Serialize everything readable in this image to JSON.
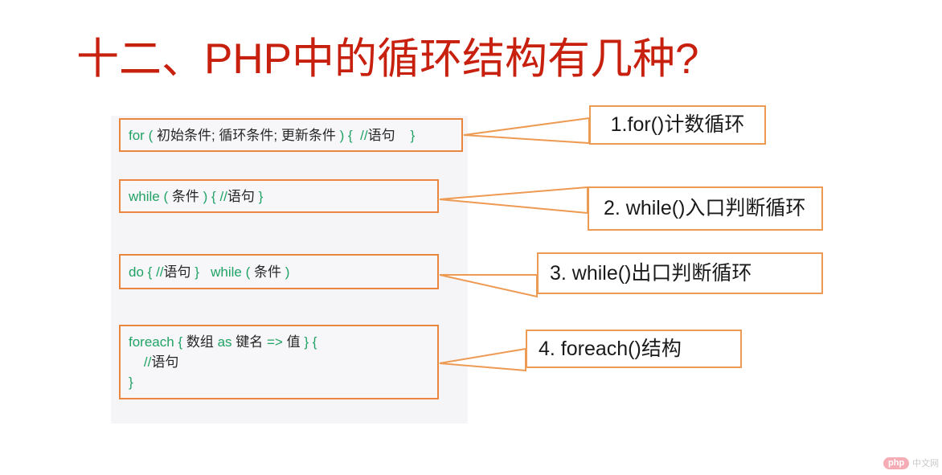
{
  "slide": {
    "title": "十二、PHP中的循环结构有几种?",
    "title_color": "#C8200E",
    "background_color": "#FFFFFF",
    "panel_color": "#F5F4F6",
    "accent_color": "#E8873D",
    "keyword_color": "#21A366"
  },
  "code_boxes": [
    {
      "id": "for",
      "lines": [
        {
          "parts": [
            {
              "text": "for",
              "style": "keyword"
            },
            {
              "text": " ",
              "style": "plain"
            },
            {
              "text": "(",
              "style": "keyword"
            },
            {
              "text": " 初始条件; 循环条件; 更新条件 ",
              "style": "plain"
            },
            {
              "text": ")",
              "style": "keyword"
            },
            {
              "text": " ",
              "style": "plain"
            },
            {
              "text": "{",
              "style": "keyword"
            },
            {
              "text": "  ",
              "style": "plain"
            },
            {
              "text": "//",
              "style": "keyword"
            },
            {
              "text": "语句",
              "style": "plain"
            },
            {
              "text": "    ",
              "style": "plain"
            },
            {
              "text": "}",
              "style": "keyword"
            }
          ]
        }
      ]
    },
    {
      "id": "while",
      "lines": [
        {
          "parts": [
            {
              "text": "while",
              "style": "keyword"
            },
            {
              "text": " ",
              "style": "plain"
            },
            {
              "text": "(",
              "style": "keyword"
            },
            {
              "text": " 条件 ",
              "style": "plain"
            },
            {
              "text": ")",
              "style": "keyword"
            },
            {
              "text": " ",
              "style": "plain"
            },
            {
              "text": "{",
              "style": "keyword"
            },
            {
              "text": " ",
              "style": "plain"
            },
            {
              "text": "//",
              "style": "keyword"
            },
            {
              "text": "语句",
              "style": "plain"
            },
            {
              "text": " ",
              "style": "plain"
            },
            {
              "text": "}",
              "style": "keyword"
            }
          ]
        }
      ]
    },
    {
      "id": "do-while",
      "lines": [
        {
          "parts": [
            {
              "text": "do",
              "style": "keyword"
            },
            {
              "text": " ",
              "style": "plain"
            },
            {
              "text": "{",
              "style": "keyword"
            },
            {
              "text": " ",
              "style": "plain"
            },
            {
              "text": "//",
              "style": "keyword"
            },
            {
              "text": "语句",
              "style": "plain"
            },
            {
              "text": " ",
              "style": "plain"
            },
            {
              "text": "}",
              "style": "keyword"
            },
            {
              "text": "   ",
              "style": "plain"
            },
            {
              "text": "while",
              "style": "keyword"
            },
            {
              "text": " ",
              "style": "plain"
            },
            {
              "text": "(",
              "style": "keyword"
            },
            {
              "text": " 条件 ",
              "style": "plain"
            },
            {
              "text": ")",
              "style": "keyword"
            }
          ]
        }
      ]
    },
    {
      "id": "foreach",
      "lines": [
        {
          "parts": [
            {
              "text": "foreach",
              "style": "keyword"
            },
            {
              "text": " ",
              "style": "plain"
            },
            {
              "text": "{",
              "style": "keyword"
            },
            {
              "text": " ",
              "style": "plain"
            },
            {
              "text": "数组",
              "style": "plain"
            },
            {
              "text": " as ",
              "style": "keyword"
            },
            {
              "text": "键名",
              "style": "plain"
            },
            {
              "text": " => ",
              "style": "keyword"
            },
            {
              "text": "值",
              "style": "plain"
            },
            {
              "text": " ",
              "style": "plain"
            },
            {
              "text": "}",
              "style": "keyword"
            },
            {
              "text": " ",
              "style": "plain"
            },
            {
              "text": "{",
              "style": "keyword"
            }
          ]
        },
        {
          "parts": [
            {
              "text": "    ",
              "style": "plain"
            },
            {
              "text": "//",
              "style": "keyword"
            },
            {
              "text": "语句",
              "style": "plain"
            }
          ]
        },
        {
          "parts": [
            {
              "text": "}",
              "style": "keyword"
            }
          ]
        }
      ]
    }
  ],
  "labels": [
    {
      "id": "for",
      "text": "1.for()计数循环"
    },
    {
      "id": "while",
      "text": "2. while()入口判断循环"
    },
    {
      "id": "do-while",
      "text": "3. while()出口判断循环"
    },
    {
      "id": "foreach",
      "text": "4. foreach()结构"
    }
  ],
  "watermark": {
    "logo_text": "php",
    "site_text": "中文网",
    "logo_color": "#F06A7A"
  }
}
